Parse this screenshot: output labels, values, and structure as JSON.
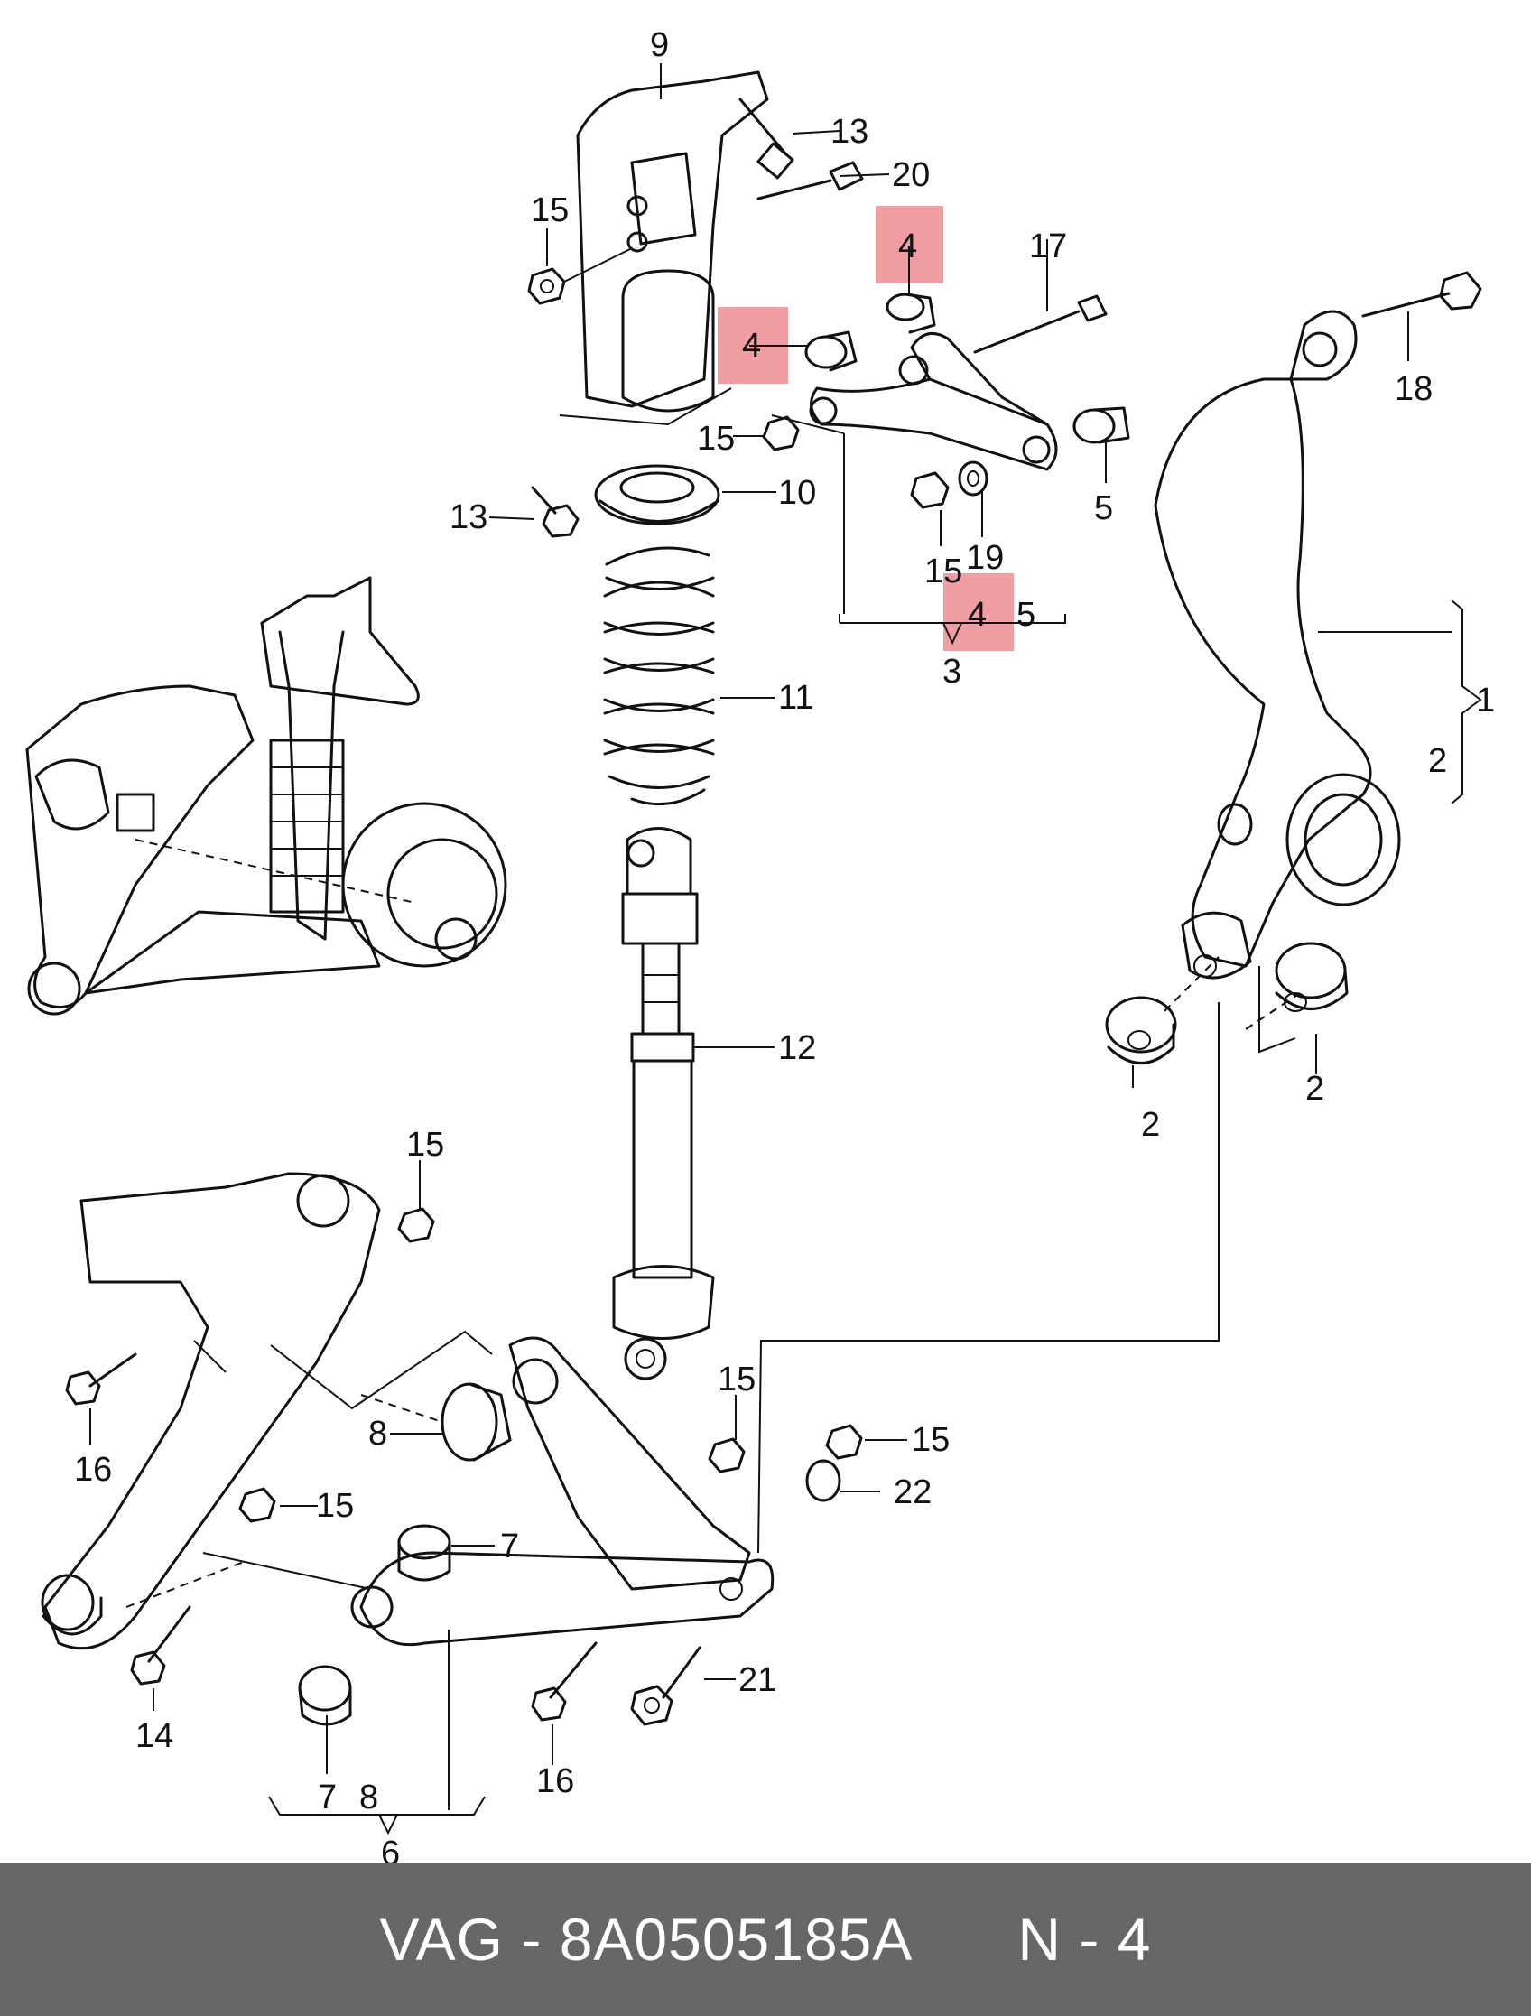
{
  "labels": {
    "n1": "1",
    "n2a": "2",
    "n2b": "2",
    "n2c": "2",
    "n3": "3",
    "n4a": "4",
    "n4b": "4",
    "n4c": "4",
    "n5a": "5",
    "n5b": "5",
    "n6": "6",
    "n7a": "7",
    "n7b": "7",
    "n8a": "8",
    "n8b": "8",
    "n9": "9",
    "n10": "10",
    "n11": "11",
    "n12": "12",
    "n13a": "13",
    "n13b": "13",
    "n14": "14",
    "n15a": "15",
    "n15b": "15",
    "n15c": "15",
    "n15d": "15",
    "n15e": "15",
    "n15f": "15",
    "n15g": "15",
    "n16a": "16",
    "n16b": "16",
    "n17": "17",
    "n18": "18",
    "n19": "19",
    "n20": "20",
    "n21": "21",
    "n22": "22"
  },
  "highlight_color": "#ef8c94",
  "footer": {
    "brand": "VAG",
    "separator": "-",
    "part_number": "8A0505185A",
    "position_note": "N - 4"
  }
}
